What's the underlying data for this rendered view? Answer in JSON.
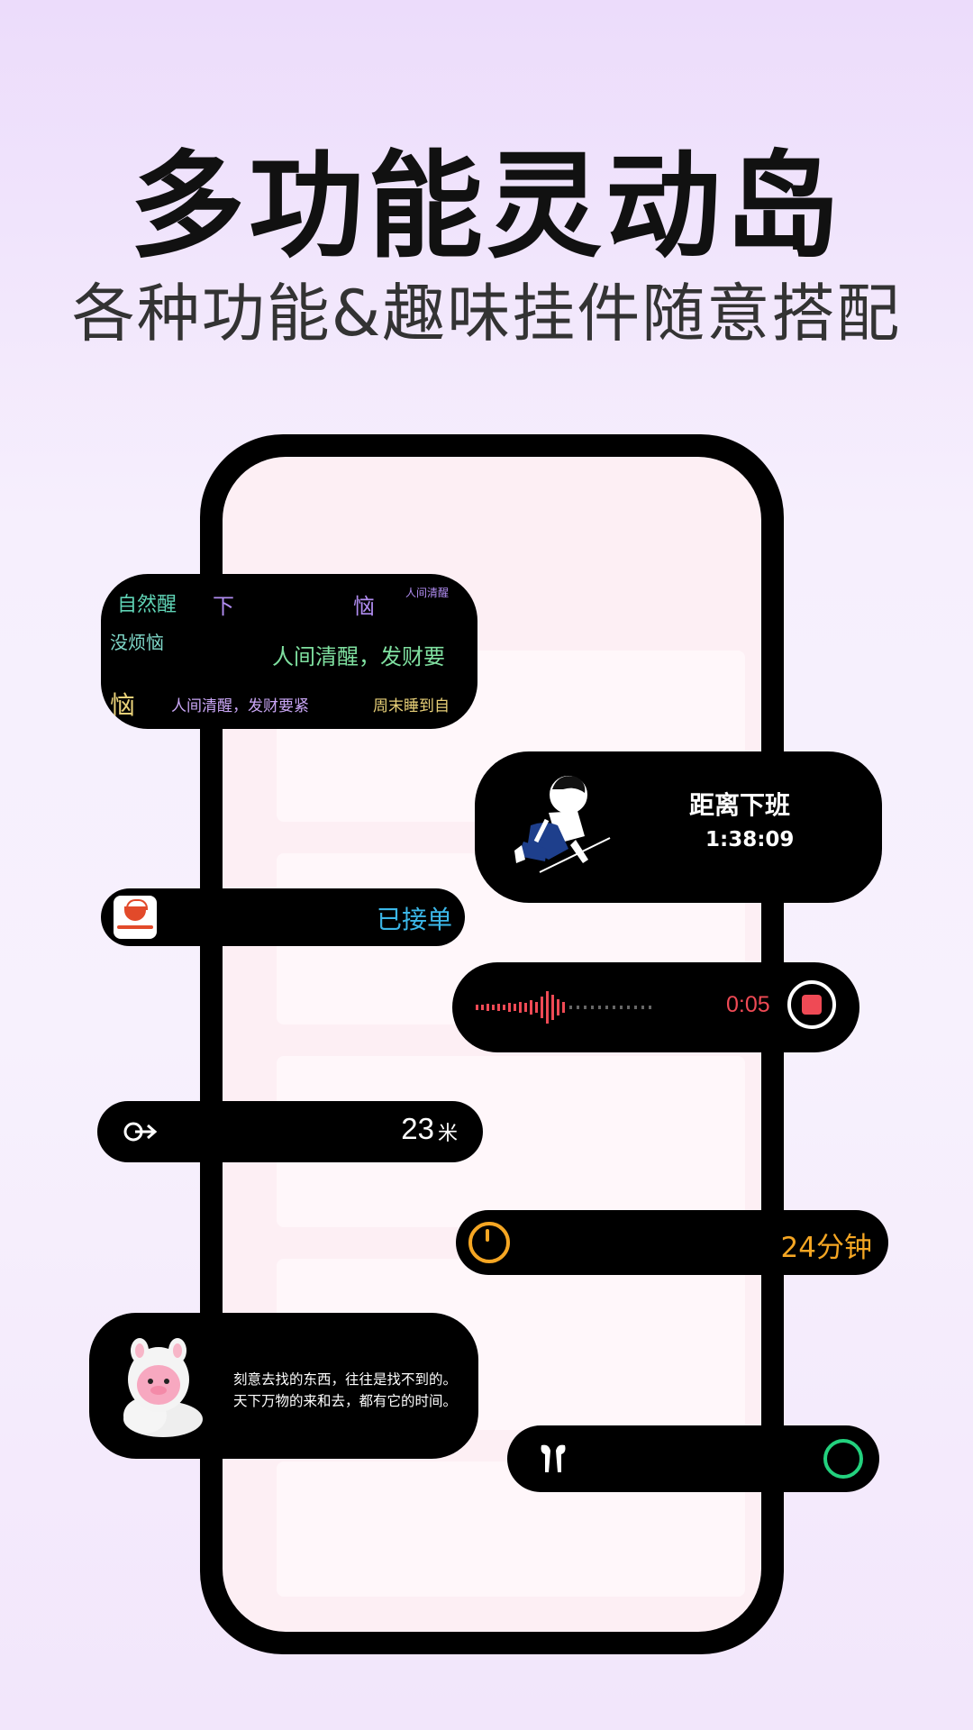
{
  "hero": {
    "title": "多功能灵动岛",
    "subtitle": "各种功能&趣味挂件随意搭配"
  },
  "text_island": {
    "lines": [
      {
        "text": "自然醒",
        "color": "#5fd3b5"
      },
      {
        "text": "下",
        "color": "#b08cf0"
      },
      {
        "text": "恼",
        "color": "#b08cf0"
      },
      {
        "text": "人间清醒",
        "color": "#b08cf0"
      },
      {
        "text": "没烦恼",
        "color": "#7fd8c9"
      },
      {
        "text": "人间清醒，发财要",
        "color": "#7fe0a0"
      },
      {
        "text": "恼",
        "color": "#e8d078"
      },
      {
        "text": "人间清醒，发财要紧",
        "color": "#c9a6f5"
      },
      {
        "text": "周末睡到自",
        "color": "#e8d078"
      }
    ]
  },
  "countdown_island": {
    "title": "距离下班",
    "time": "1:38:09"
  },
  "order_island": {
    "app_icon": "takeout-app-icon",
    "status": "已接单"
  },
  "recording_island": {
    "time": "0:05",
    "color": "#ef4a55"
  },
  "distance_island": {
    "icon": "navigation-exit-icon",
    "value": "23",
    "unit": "米"
  },
  "timer_island": {
    "icon": "timer-ring-icon",
    "value": "24分钟",
    "color": "#f5a623"
  },
  "quote_island": {
    "line1": "刻意去找的东西，往往是找不到的。",
    "line2": "天下万物的来和去，都有它的时间。"
  },
  "airpods_island": {
    "icon": "airpods-icon",
    "status_color": "#23d17e"
  }
}
